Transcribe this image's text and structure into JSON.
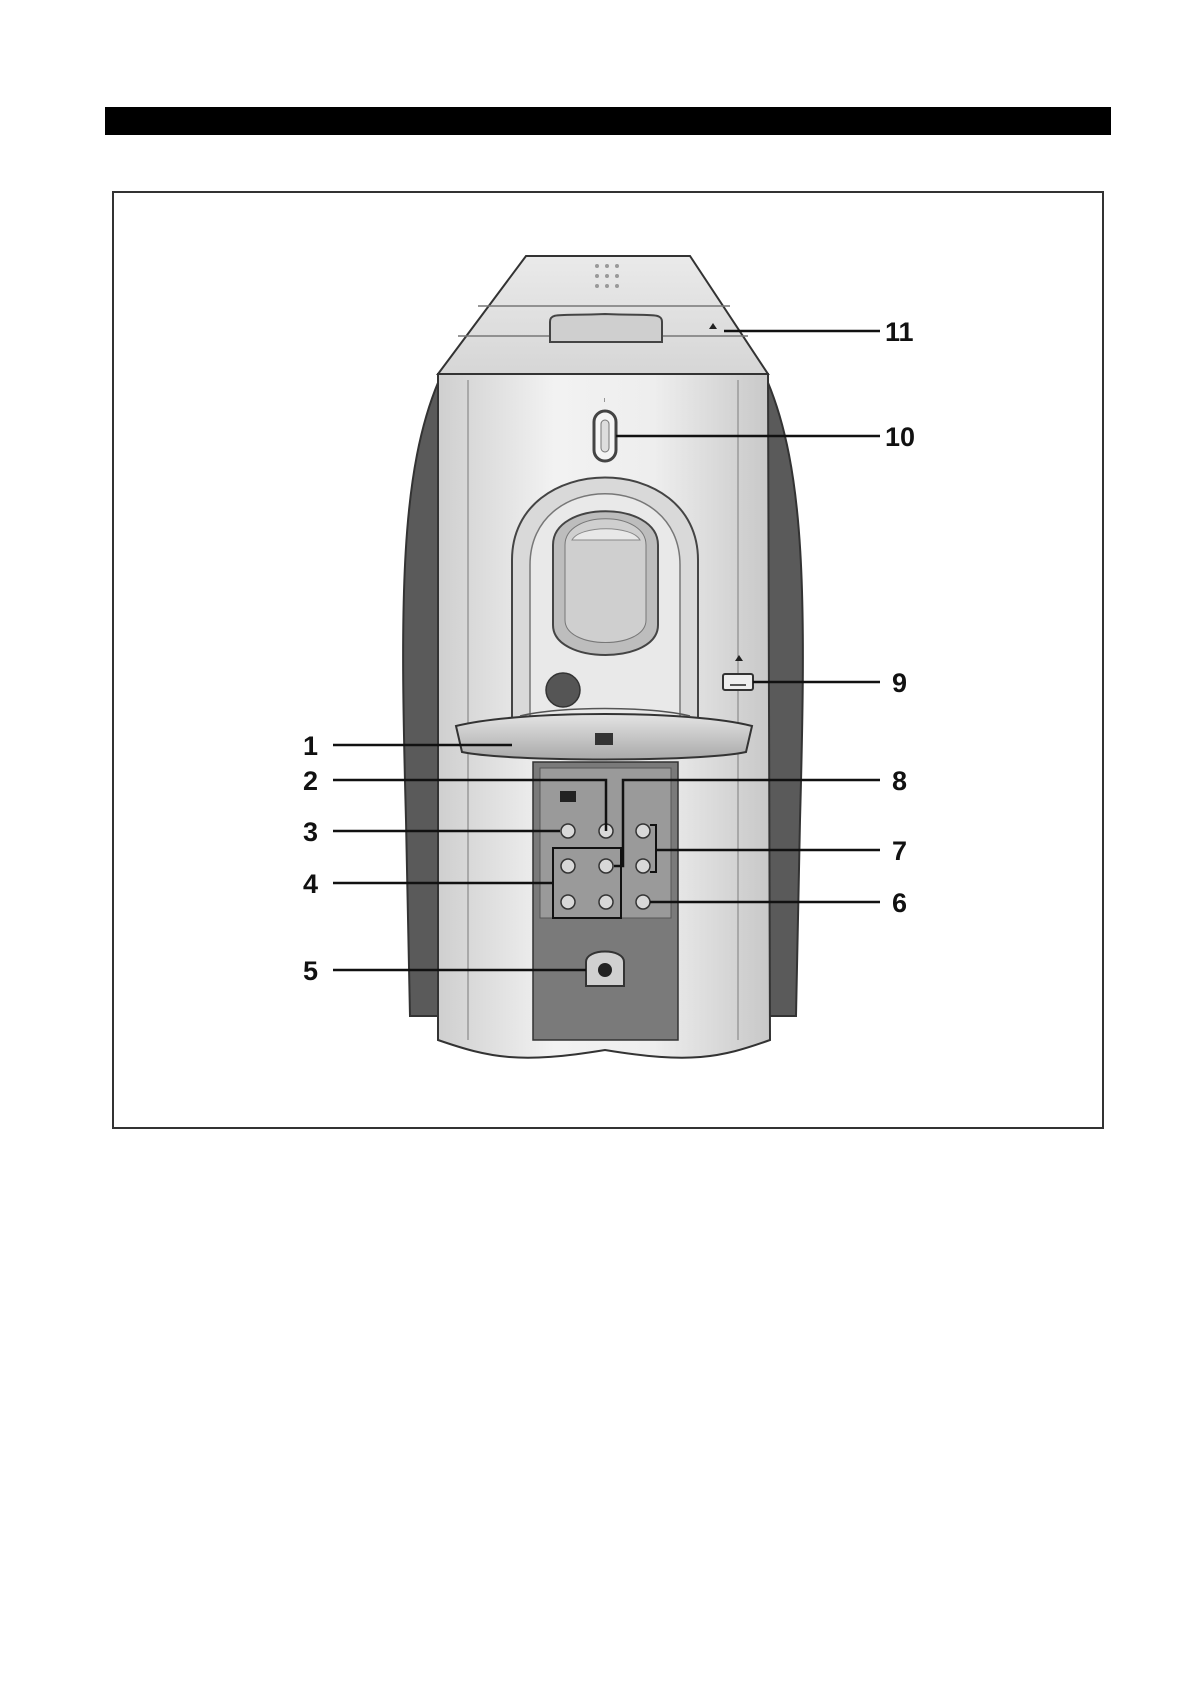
{
  "diagram": {
    "callouts": [
      {
        "id": "1",
        "label": "1"
      },
      {
        "id": "2",
        "label": "2"
      },
      {
        "id": "3",
        "label": "3"
      },
      {
        "id": "4",
        "label": "4"
      },
      {
        "id": "5",
        "label": "5"
      },
      {
        "id": "6",
        "label": "6"
      },
      {
        "id": "7",
        "label": "7"
      },
      {
        "id": "8",
        "label": "8"
      },
      {
        "id": "9",
        "label": "9"
      },
      {
        "id": "10",
        "label": "10"
      },
      {
        "id": "11",
        "label": "11"
      }
    ],
    "colors": {
      "body_light": "#dcdcdc",
      "body_mid": "#bdbdbd",
      "side_panel": "#555555",
      "control_panel": "#6e6e6e",
      "line": "#111111"
    }
  }
}
